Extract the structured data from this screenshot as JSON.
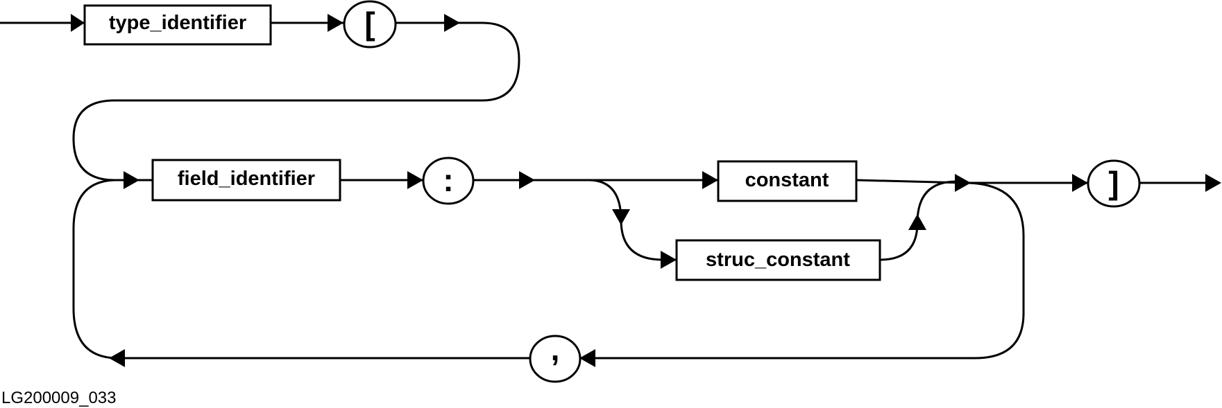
{
  "nonterminals": {
    "type_identifier": "type_identifier",
    "field_identifier": "field_identifier",
    "constant": "constant",
    "struc_constant": "struc_constant"
  },
  "terminals": {
    "open_bracket": "[",
    "colon": ":",
    "close_bracket": "]",
    "comma": ","
  },
  "figure_id": "LG200009_033",
  "colors": {
    "ink": "#000000",
    "paper": "#ffffff"
  }
}
